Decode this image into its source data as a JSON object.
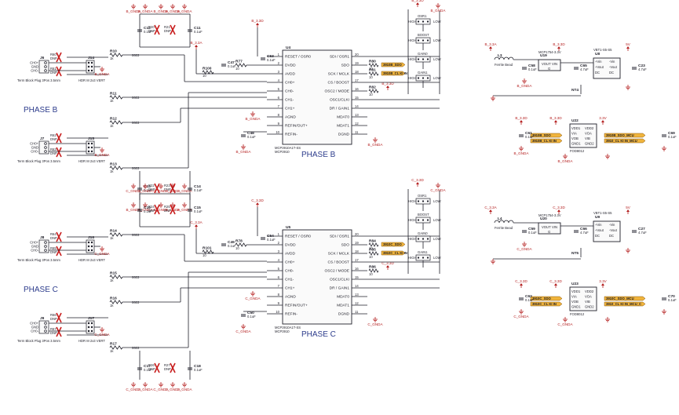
{
  "phases": [
    {
      "title": "PHASE B",
      "chip_title": "PHASE B",
      "gnd": "B_GNDA",
      "vdd": "B_3.3D",
      "vdda": "B_3.3A",
      "vref": "5V",
      "ic_ref": "U4",
      "ic_part": "MCP3910A1T-SS",
      "ic_sub": "MCP3910",
      "left_pins": [
        {
          "num": "1",
          "name": "RESET / OSR0"
        },
        {
          "num": "2",
          "name": "DVDD"
        },
        {
          "num": "3",
          "name": "AVDD"
        },
        {
          "num": "4",
          "name": "CH0+"
        },
        {
          "num": "5",
          "name": "CH0-"
        },
        {
          "num": "6",
          "name": "CH1-"
        },
        {
          "num": "7",
          "name": "CH1+"
        },
        {
          "num": "8",
          "name": "AGND"
        },
        {
          "num": "9",
          "name": "REFIN/OUT+"
        },
        {
          "num": "10",
          "name": "REFIN-"
        }
      ],
      "right_pins": [
        {
          "num": "20",
          "name": "SDI / OSR1"
        },
        {
          "num": "19",
          "name": "SDO"
        },
        {
          "num": "18",
          "name": "SCK / MCLK"
        },
        {
          "num": "17",
          "name": "CS / BOOST"
        },
        {
          "num": "16",
          "name": "OSC2 / MODE"
        },
        {
          "num": "15",
          "name": "OSC1/CLKI"
        },
        {
          "num": "14",
          "name": "DR / GAIN1"
        },
        {
          "num": "13",
          "name": "MDAT0"
        },
        {
          "num": "12",
          "name": "MDAT1"
        },
        {
          "num": "11",
          "name": "DGND"
        }
      ],
      "net_tags": [
        "3910B_SDO",
        "3910B_CL KI IN"
      ],
      "conn_ref": "J6",
      "conn2_ref": "J7",
      "hdr_ref": "J14",
      "hdr2_ref": "J15",
      "term_label": "Term Block Plug 3Pos 3.5mm",
      "hdr_label": "HDR M 2x3 VERT",
      "conn_pins": [
        "CH0+",
        "GND",
        "CH0-"
      ],
      "caps": [
        "C12",
        "C11",
        "C13",
        "C14"
      ],
      "res": [
        "R10",
        "R11",
        "R12",
        "R13"
      ],
      "misc": [
        "C47",
        "R77",
        "C53",
        "C48",
        "R100"
      ],
      "reg_ref": "U19",
      "reg_part": "MCP1754-3.3V",
      "ind_ref": "L3",
      "ind_label": "Ferrite Bead",
      "iso_ref": "U8",
      "iso_part": "VBT1-S5-S5",
      "iso_pins": [
        "+Vin",
        "-Vin",
        "+Vout",
        "-Vout",
        "DC",
        "DC"
      ],
      "nt_ref": "NT4",
      "dig_ref": "U22",
      "dig_part": "FOD8012",
      "dig_pins": [
        "VDD1",
        "VDD2",
        "VIA",
        "VOA",
        "VOB",
        "VIB",
        "GND1",
        "GND2"
      ],
      "dig_tags": [
        "3910B_SDO",
        "3910B_CL KI IN",
        "3910B_SDO_MCU",
        "3910_CL KI IN_MCU"
      ],
      "dig_caps": [
        "C61",
        "C69"
      ]
    },
    {
      "title": "PHASE C",
      "chip_title": "PHASE C",
      "gnd": "C_GNDA",
      "vdd": "C_3.3D",
      "vdda": "C_3.3A",
      "vref": "5V",
      "ic_ref": "U5",
      "ic_part": "MCP3910A1T-SS",
      "ic_sub": "MCP3910",
      "left_pins": [
        {
          "num": "1",
          "name": "RESET / OSR0"
        },
        {
          "num": "2",
          "name": "DVDD"
        },
        {
          "num": "3",
          "name": "AVDD"
        },
        {
          "num": "4",
          "name": "CH0+"
        },
        {
          "num": "5",
          "name": "CH0-"
        },
        {
          "num": "6",
          "name": "CH1-"
        },
        {
          "num": "7",
          "name": "CH1+"
        },
        {
          "num": "8",
          "name": "AGND"
        },
        {
          "num": "9",
          "name": "REFIN/OUT+"
        },
        {
          "num": "10",
          "name": "REFIN-"
        }
      ],
      "right_pins": [
        {
          "num": "20",
          "name": "SDI / OSR1"
        },
        {
          "num": "19",
          "name": "SDO"
        },
        {
          "num": "18",
          "name": "SCK / MCLK"
        },
        {
          "num": "17",
          "name": "CS / BOOST"
        },
        {
          "num": "16",
          "name": "OSC2 / MODE"
        },
        {
          "num": "15",
          "name": "OSC1/CLKI"
        },
        {
          "num": "14",
          "name": "DR / GAIN1"
        },
        {
          "num": "13",
          "name": "MDAT0"
        },
        {
          "num": "12",
          "name": "MDAT1"
        },
        {
          "num": "11",
          "name": "DGND"
        }
      ],
      "net_tags": [
        "3910C_SDO",
        "3910C_CL KI IN"
      ],
      "conn_ref": "J8",
      "conn2_ref": "J9",
      "hdr_ref": "J16",
      "hdr2_ref": "J17",
      "term_label": "Term Block Plug 3Pos 3.5mm",
      "hdr_label": "HDR M 2x3 VERT",
      "conn_pins": [
        "CH0+",
        "GND",
        "CH0-"
      ],
      "caps": [
        "C16",
        "C15",
        "C17",
        "C18"
      ],
      "res": [
        "R14",
        "R15",
        "R16",
        "R17"
      ],
      "misc": [
        "C49",
        "R78",
        "C54",
        "C50",
        "R101"
      ],
      "reg_ref": "U20",
      "reg_part": "MCP1754-3.3V",
      "ind_ref": "L4",
      "ind_label": "Ferrite Bead",
      "iso_ref": "U9",
      "iso_part": "VBT1-S5-S5",
      "iso_pins": [
        "+Vin",
        "-Vin",
        "+Vout",
        "-Vout",
        "DC",
        "DC"
      ],
      "nt_ref": "NT5",
      "dig_ref": "U23",
      "dig_part": "FOD8012",
      "dig_pins": [
        "VDD1",
        "VDD2",
        "VIA",
        "VOA",
        "VOB",
        "VIB",
        "GND1",
        "GND2"
      ],
      "dig_tags": [
        "3910C_SDO",
        "3910C_CL KI IN",
        "3910C_SDO_MCU",
        "3910_CL KI IN_MCU_C"
      ],
      "dig_caps": [
        "C62",
        "C70"
      ]
    }
  ],
  "values": {
    "cap": "0.1uF",
    "cap_pkg": "0603",
    "dnp": "DNP",
    "res_val": "1k",
    "res_tol": "5%",
    "res_10": "10",
    "cap_bulk": "4.7uF",
    "hi": "HIGH",
    "lo": "LOW",
    "boost": "BOOST",
    "gain0": "GAIN0",
    "osr": "OSR1"
  }
}
